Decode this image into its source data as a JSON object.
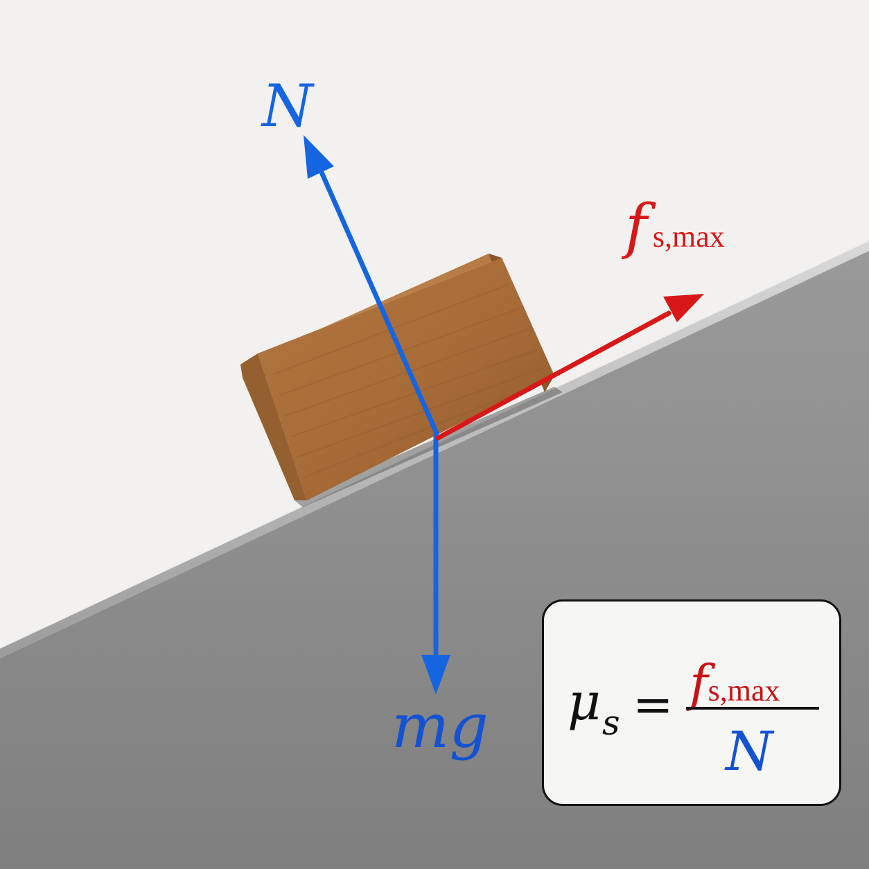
{
  "labels": {
    "normal_force": "N",
    "friction_symbol": "f",
    "friction_subscript": "s,max",
    "weight": "mg"
  },
  "formula": {
    "lhs_symbol": "μ",
    "lhs_subscript": "s",
    "equals": "=",
    "numerator_symbol": "f",
    "numerator_subscript": "s,max",
    "denominator": "N"
  },
  "colors": {
    "normal_force": "#1565e0",
    "weight": "#1565e0",
    "friction": "#d81818",
    "background": "#f2f1ef",
    "incline_surface": "#8f8f8f",
    "block_wood": "#a86d3a"
  }
}
